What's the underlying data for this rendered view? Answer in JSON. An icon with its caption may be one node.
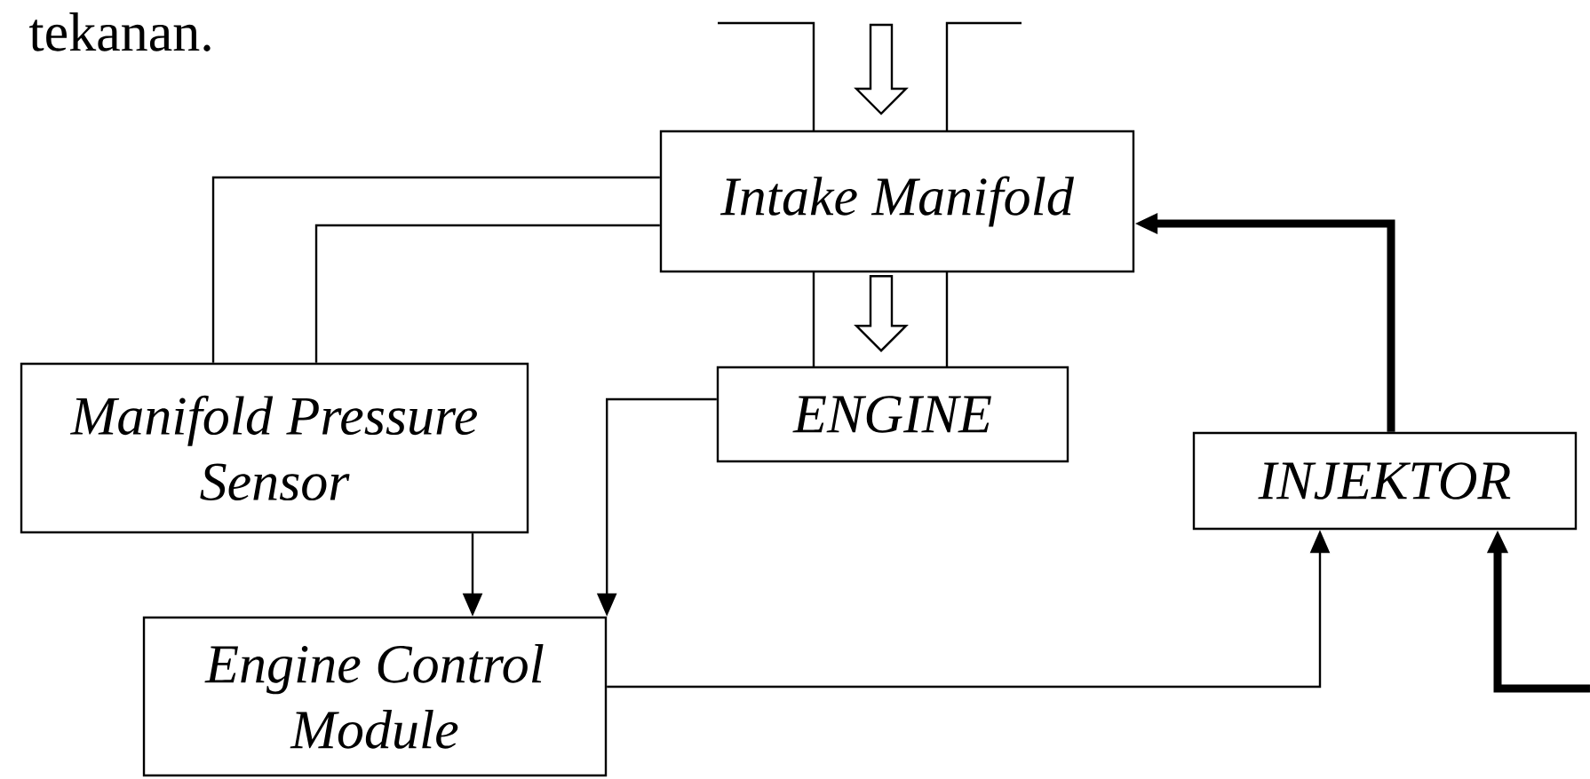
{
  "diagram": {
    "nodes": [
      {
        "text": [
          "Intake Manifold"
        ]
      },
      {
        "text": [
          "Manifold Pressure Sensor"
        ]
      },
      {
        "text": [
          "ENGINE"
        ]
      },
      {
        "text": [
          "INJEKTOR"
        ]
      },
      {
        "text": [
          "Engine Control Module"
        ]
      }
    ],
    "edges": [
      {
        "from": 1,
        "to": 0,
        "arrow": "none"
      },
      {
        "from": 1,
        "to": 0,
        "arrow": "none"
      },
      {
        "from": null,
        "to": 0,
        "arrow": "to"
      },
      {
        "from": 0,
        "to": 2,
        "arrow": "to"
      },
      {
        "from": 2,
        "to": 4,
        "arrow": "to"
      },
      {
        "from": 1,
        "to": 4,
        "arrow": "to"
      },
      {
        "from": 4,
        "to": 3,
        "arrow": "to"
      },
      {
        "from": 3,
        "to": 0,
        "arrow": "to",
        "style": "thick"
      },
      {
        "from": null,
        "to": 3,
        "arrow": "to",
        "style": "thick"
      }
    ],
    "labels": [
      "tekanan."
    ]
  }
}
